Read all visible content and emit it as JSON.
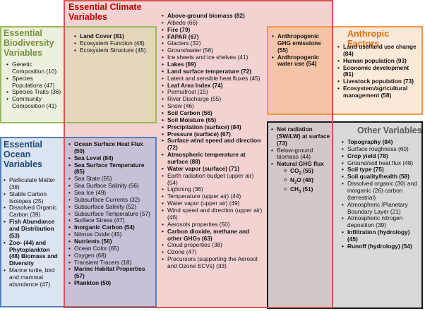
{
  "climate": {
    "title": "Essential Climate Variables",
    "shared_bio": [
      {
        "text": "Land Cover (81)",
        "b": true
      },
      {
        "text": "Ecosystem Function (48)",
        "b": false
      },
      {
        "text": "Ecosystem Structure (45)",
        "b": false
      }
    ],
    "shared_ocean": [
      {
        "text": "Ocean Surface Heat Flux (50)",
        "b": true
      },
      {
        "text": "Sea Level (84)",
        "b": true
      },
      {
        "text": "Sea Surface Temperature (85)",
        "b": true
      },
      {
        "text": "Sea State (55)",
        "b": false
      },
      {
        "text": "Sea Surface Salinity (66)",
        "b": false
      },
      {
        "text": "Sea Ice (49)",
        "b": false
      },
      {
        "text": "Subsurface Currents (32)",
        "b": false
      },
      {
        "text": "Subsurface Salinity (52)",
        "b": false
      },
      {
        "text": "Subsurface Temperature (57)",
        "b": false
      },
      {
        "text": "Surface Stress (47)",
        "b": false
      },
      {
        "text": "Inorganic Carbon (54)",
        "b": true
      },
      {
        "text": "Nitrous Oxide (45)",
        "b": false
      },
      {
        "text": "Nutrients (56)",
        "b": true
      },
      {
        "text": "Ocean Color (65)",
        "b": false
      },
      {
        "text": "Oxygen (68)",
        "b": false
      },
      {
        "text": "Transient Tracers (18)",
        "b": false
      },
      {
        "text": "Marine Habitat Properties (57)",
        "b": true
      },
      {
        "text": "Plankton (50)",
        "b": true
      }
    ],
    "items": [
      {
        "text": "Above-ground biomass (82)",
        "b": true
      },
      {
        "text": "Albedo (66)",
        "b": false
      },
      {
        "text": "Fire (79)",
        "b": true
      },
      {
        "text": "FAPAR (67)",
        "b": true
      },
      {
        "text": "Glaciers (32)",
        "b": false
      },
      {
        "text": "Groundwater (56)",
        "b": false
      },
      {
        "text": "Ice sheets and ice shelves (41)",
        "b": false
      },
      {
        "text": "Lakes (69)",
        "b": true
      },
      {
        "text": "Land surface temperature (72)",
        "b": true
      },
      {
        "text": "Latent and sensible heat fluxes (45)",
        "b": false
      },
      {
        "text": "Leaf Area Index (74)",
        "b": true
      },
      {
        "text": "Permafrost (15)",
        "b": false
      },
      {
        "text": "River Discharge (55)",
        "b": false
      },
      {
        "text": "Snow (46)",
        "b": false
      },
      {
        "text": "Soil Carbon (56)",
        "b": true
      },
      {
        "text": "Soil Moisture (65)",
        "b": true
      },
      {
        "text": "Precipitation (surface) (84)",
        "b": true
      },
      {
        "text": "Pressure (surface) (67)",
        "b": true
      },
      {
        "text": "Surface wind speed and direction (72)",
        "b": true
      },
      {
        "text": "Atmospheric temperature at surface (88)",
        "b": true
      },
      {
        "text": "Water vapor (surface) (71)",
        "b": true
      },
      {
        "text": "Earth radiation budget (upper air) (54)",
        "b": false
      },
      {
        "text": "Lightning (36)",
        "b": false
      },
      {
        "text": "Temperature (upper air) (44)",
        "b": false
      },
      {
        "text": "Water vapor (upper air) (49)",
        "b": false
      },
      {
        "text": "Wind speed and direction (upper air) (46)",
        "b": false
      },
      {
        "text": "Aerosols properties (50)",
        "b": false
      },
      {
        "text": "Carbon dioxide, methane and other GHGs (63)",
        "b": true
      },
      {
        "text": "Cloud properties (38)",
        "b": false
      },
      {
        "text": "Ozone (47)",
        "b": false
      },
      {
        "text": "Precursors (supporting the Aerosol and Ozone ECVs) (33)",
        "b": false
      }
    ]
  },
  "biodiversity": {
    "title": "Essential Biodiversity Variables",
    "items": [
      {
        "text": "Genetic Composition (10)",
        "b": false
      },
      {
        "text": "Species Populations (47)",
        "b": false
      },
      {
        "text": "Species Traits (36)",
        "b": false
      },
      {
        "text": "Community Composition (41)",
        "b": false
      }
    ]
  },
  "ocean": {
    "title": "Essential Ocean Variables",
    "items": [
      {
        "text": "Particulate Matter (38)",
        "b": false
      },
      {
        "text": "Stable Carbon Isotopes (25)",
        "b": false
      },
      {
        "text": "Dissolved Organic Carbon (39)",
        "b": false
      },
      {
        "text": "Fish Abundance and Distribution (53)",
        "b": true
      },
      {
        "text": "Zoo- (44) and Phytoplankton (48) Biomass and Diversity",
        "b": true
      },
      {
        "text": "Marine turtle, bird and mammal abundance (47)",
        "b": false
      }
    ]
  },
  "anthropic": {
    "title": "Anthropic Factors",
    "shared": [
      {
        "text": "Anthropogenic GHG emissions (55)",
        "b": true
      },
      {
        "text": "Anthropogenic water use (54)",
        "b": true
      }
    ],
    "items": [
      {
        "text": "Land use/land use change (84)",
        "b": true
      },
      {
        "text": "Human population (93)",
        "b": true
      },
      {
        "text": "Economic development (81)",
        "b": true
      },
      {
        "text": "Livestock population (73)",
        "b": true
      },
      {
        "text": "Ecosystem/agricultural management (58)",
        "b": true
      }
    ]
  },
  "other": {
    "title": "Other Variables",
    "shared": {
      "net_radiation": "Net radiation (SW/LW) at surface (73)",
      "below_ground": "Below-ground biomass (44)",
      "natural_ghg": "Natural GHG flux",
      "co2_pre": "CO",
      "co2_sub": "2",
      "co2_val": " (55)",
      "n2o_pre": "N",
      "n2o_sub": "2",
      "n2o_post": "O",
      "n2o_val": " (48)",
      "ch4_pre": "CH",
      "ch4_sub": "4",
      "ch4_val": " (51)"
    },
    "items": [
      {
        "text": "Topography (84)",
        "b": true
      },
      {
        "text": "Surface roughness (60)",
        "b": false
      },
      {
        "text": "Crop yield (78)",
        "b": true
      },
      {
        "text": "Ground/soil heat flux (48)",
        "b": false
      },
      {
        "text": "Soil type (75)",
        "b": true
      },
      {
        "text": "Soil quality/health (58)",
        "b": true
      },
      {
        "text": "Dissolved organic (30) and inorganic (26) carbon (terrestrial)",
        "b": false
      },
      {
        "text": "Atmospheric /Planetary Boundary Layer (21)",
        "b": false
      },
      {
        "text": "Atmospheric nitrogen deposition (39)",
        "b": false
      },
      {
        "text": "Infiltration (hydrology) (45)",
        "b": true
      },
      {
        "text": "Runoff (hydrology) (54)",
        "b": true
      }
    ]
  },
  "colors": {
    "climate_fill": "#f2d3d2",
    "climate_border": "#d9534f",
    "climate_title": "#c00000",
    "bio_fill": "#ebf1de",
    "bio_border": "#9bbb59",
    "bio_title": "#76923c",
    "ocean_fill": "#dbe4f1",
    "ocean_border": "#4f81bd",
    "ocean_title": "#1f497d",
    "bio_overlap": "#e4d6bd",
    "ocean_overlap": "#c9bfd6",
    "anthro_fill": "#fde9d9",
    "anthro_border": "#f79646",
    "anthro_title": "#e46c0a",
    "other_fill": "#d9d9d9",
    "other_border": "#1a1a1a",
    "other_title": "#595959",
    "anthro_overlap": "#f3c4a6",
    "other_overlap": "#d3c8c8"
  }
}
